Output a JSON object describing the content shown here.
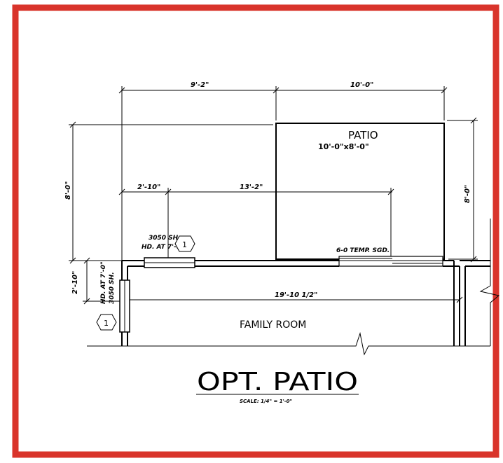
{
  "title": "OPT. PATIO",
  "scale": "SCALE: 1/4\" = 1'-0\"",
  "colors": {
    "frame": "#d9342b",
    "line": "#000000",
    "background": "#ffffff"
  },
  "rooms": {
    "patio_name": "PATIO",
    "patio_size": "10'-0\"x8'-0\"",
    "family_room": "FAMILY ROOM"
  },
  "dimensions": {
    "top_left": "9'-2\"",
    "top_right": "10'-0\"",
    "left_total": "8'-0\"",
    "right_total": "8'-0\"",
    "inner_left": "2'-10\"",
    "inner_mid": "13'-2\"",
    "lower_left": "2'-10\"",
    "family_width": "19'-10 1/2\""
  },
  "notes": {
    "window_top_line1": "3050 SH.",
    "window_top_line2": "HD. AT 7'-0\"",
    "window_left_line1": "HD. AT 7'-0\"",
    "window_left_line2": "3050 SH.",
    "door": "6-0 TEMP. SGD."
  },
  "tags": {
    "top": "1",
    "left": "1"
  }
}
